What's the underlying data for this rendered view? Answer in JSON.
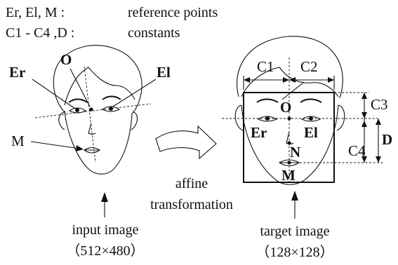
{
  "legend": {
    "line1": "Er, El, M :",
    "line1_desc": "reference points",
    "line2": "C1 - C4 ,D :",
    "line2_desc": "constants"
  },
  "input_face": {
    "label_O": "O",
    "label_Er": "Er",
    "label_El": "El",
    "label_M": "M"
  },
  "target_face": {
    "label_O": "O",
    "label_Er": "Er",
    "label_El": "El",
    "label_N": "N",
    "label_M": "M",
    "label_C1": "C1",
    "label_C2": "C2",
    "label_C3": "C3",
    "label_C4": "C4",
    "label_D": "D"
  },
  "arrow_caption": {
    "line1": "affine",
    "line2": "transformation"
  },
  "input_caption": {
    "line1": "input image",
    "line2": "（512×480）"
  },
  "target_caption": {
    "line1": "target image",
    "line2": "（128×128）"
  }
}
